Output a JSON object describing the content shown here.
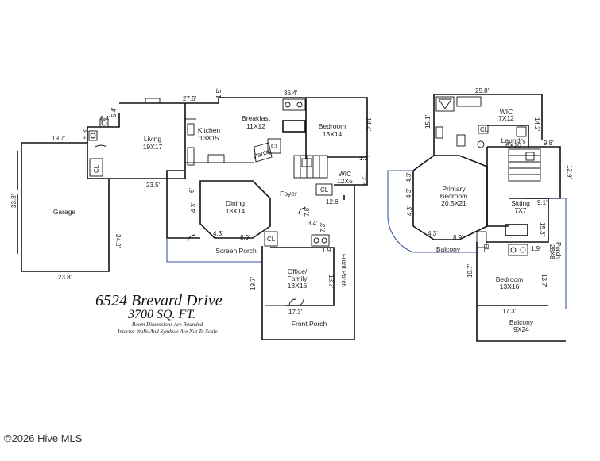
{
  "title": {
    "address": "6524 Brevard Drive",
    "sqft": "3700 SQ. FT.",
    "note1": "Room Dimensions Are Rounded",
    "note2": "Interior Walls And Symbols Are Not To Scale"
  },
  "copyright": "©2026 Hive MLS",
  "rooms": {
    "garage": "Garage",
    "living_name": "Living",
    "living_dim": "19X17",
    "kitchen_name": "Kitchen",
    "kitchen_dim": "13X15",
    "breakfast_name": "Breakfast",
    "breakfast_dim": "11X12",
    "bedroom1_name": "Bedroom",
    "bedroom1_dim": "13X14",
    "wic1_name": "WIC",
    "wic1_dim": "12X5",
    "foyer": "Foyer",
    "dining_name": "Dining",
    "dining_dim": "18X14",
    "screen_porch": "Screen Porch",
    "office_name": "Office/",
    "office_name2": "Family",
    "office_dim": "13X16",
    "front_porch": "Front Porch",
    "front_porch_side": "Front Porch",
    "pantry": "Pantry",
    "primary_name": "Primary",
    "primary_name2": "Bedroom",
    "primary_dim": "20.5X21",
    "wic2_name": "WIC",
    "wic2_dim": "7X12",
    "laundry_name": "Laundry",
    "laundry_dim": "6X10",
    "sitting_name": "Sitting",
    "sitting_dim": "7X7",
    "balcony1": "Balcony",
    "porch_side": "Porch",
    "porch_side_dim": "28X8",
    "bedroom2_name": "Bedroom",
    "bedroom2_dim": "13X16",
    "balcony2_name": "Balcony",
    "balcony2_dim": "9X24",
    "cl": "CL"
  },
  "dims": {
    "d_19_7": "19.7'",
    "d_33_8": "33.8'",
    "d_24_2": "24.2'",
    "d_23_8": "23.8'",
    "d_6_4": "6.4'",
    "d_5_3": "5.3'",
    "d_5_4": "5.4'",
    "d_27_5": "27.5'",
    "d_1_5": "1.5'",
    "d_36_4": "36.4'",
    "d_14_4": "14.4'",
    "d_1_2": "1.2'",
    "d_12_3": "12.3'",
    "d_12_6": "12.6'",
    "d_23_5": "23.5'",
    "d_6": "6'",
    "d_4_3a": "4.3'",
    "d_4_3b": "4.3'",
    "d_8_9a": "8.9'",
    "d_7_8": "7.8'",
    "d_3_4": "3.4'",
    "d_7_3": "7.3'",
    "d_1_9a": "1.9'",
    "d_19_7b": "19.7'",
    "d_13_7a": "13.7'",
    "d_17_3a": "17.3'",
    "d_25_8": "25.8'",
    "d_15_1": "15.1'",
    "d_14_2": "14.2'",
    "d_9_8": "9.8'",
    "d_12_9": "12.9'",
    "d_4_3c": "4.3'",
    "d_4_3d": "4.3'",
    "d_4_3e": "4.3'",
    "d_4_3f": "4.3'",
    "d_8_9b": "8.9'",
    "d_9_1": "9.1'",
    "d_15_3": "15.3'",
    "d_19_7c": "19.7'",
    "d_1_9b": "1.9'",
    "d_13_7b": "13.7'",
    "d_17_3b": "17.3'"
  }
}
